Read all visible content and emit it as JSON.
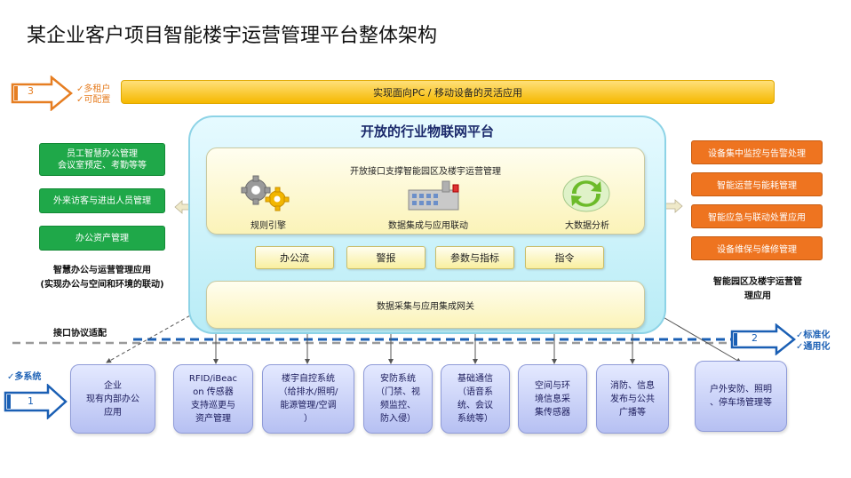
{
  "title": "某企业客户项目智能楼宇运营管理平台整体架构",
  "top_bar": "实现面向PC / 移动设备的灵活应用",
  "arrow_3": {
    "number": "3",
    "notes": [
      "✓多租户",
      "✓可配置"
    ]
  },
  "arrow_2": {
    "number": "2",
    "notes": [
      "✓标准化",
      "✓通用化"
    ]
  },
  "arrow_1": {
    "number": "1",
    "notes": [
      "✓多系统"
    ]
  },
  "platform": {
    "title": "开放的行业物联网平台",
    "inner_title": "开放接口支撑智能园区及楼宇运营管理",
    "icons": [
      {
        "label": "规则引擎",
        "icon": "gears-icon"
      },
      {
        "label": "数据集成与应用联动",
        "icon": "factory-icon"
      },
      {
        "label": "大数据分析",
        "icon": "refresh-cycle-icon"
      }
    ],
    "middle": [
      "办公流",
      "警报",
      "参数与指标",
      "指令"
    ],
    "gateway": "数据采集与应用集成网关"
  },
  "left": {
    "boxes": [
      [
        "员工智慧办公管理",
        "会议室预定、考勤等等"
      ],
      [
        "外来访客与进出人员管理"
      ],
      [
        "办公资产管理"
      ]
    ],
    "caption": [
      "智慧办公与运营管理应用",
      "(实现办公与空间和环境的联动)"
    ]
  },
  "right": {
    "boxes": [
      "设备集中监控与告警处理",
      "智能运营与能耗管理",
      "智能应急与联动处置应用",
      "设备维保与维修管理"
    ],
    "caption": [
      "智能园区及楼宇运营管",
      "理应用"
    ]
  },
  "interface_label": "接口协议适配",
  "bottom": [
    [
      "企业",
      "现有内部办公",
      "应用"
    ],
    [
      "RFID/iBeac",
      "on 传感器",
      "支持巡更与",
      "资产管理"
    ],
    [
      "楼宇自控系统",
      "（给排水/照明/",
      "能源管理/空调",
      "）"
    ],
    [
      "安防系统",
      "（门禁、视",
      "频监控、",
      "防入侵）"
    ],
    [
      "基础通信",
      "（语音系",
      "统、会议",
      "系统等）"
    ],
    [
      "空间与环",
      "境信息采",
      "集传感器"
    ],
    [
      "消防、信息",
      "发布与公共",
      "广播等"
    ],
    [
      "户外安防、照明",
      "、停车场管理等"
    ]
  ],
  "colors": {
    "top_bar": "#f5b800",
    "green": "#1fa849",
    "orange": "#ee7420",
    "platform": "#b8ecf6",
    "bottom": "#b6c0f2",
    "arrow_blue": "#1a5fb4",
    "arrow_orange": "#e67e22"
  }
}
